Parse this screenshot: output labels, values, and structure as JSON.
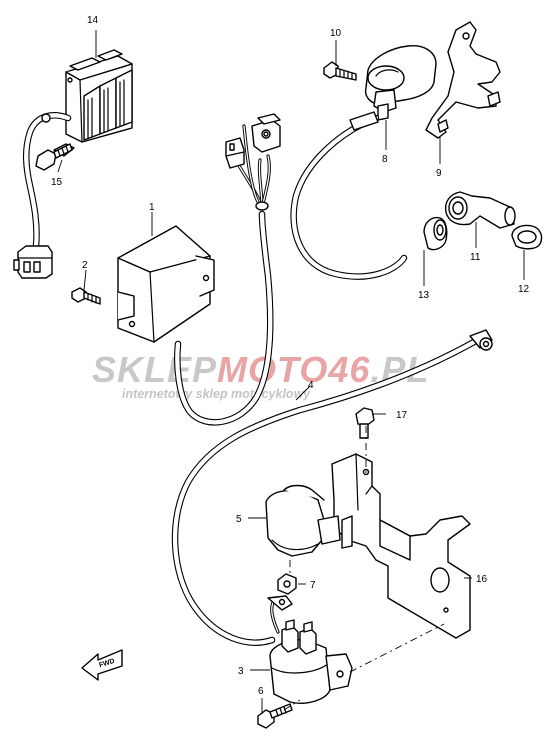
{
  "watermark": {
    "brand_part1": "SKLEP",
    "brand_part2": "MOTO",
    "brand_part3": "46",
    "brand_part4": ".PL",
    "tagline": "internetowy sklep motocyklowy",
    "colors": {
      "grey": "#c8c8c8",
      "red": "#e9a5a5"
    }
  },
  "parts": [
    {
      "number": "1"
    },
    {
      "number": "2"
    },
    {
      "number": "3"
    },
    {
      "number": "4"
    },
    {
      "number": "5"
    },
    {
      "number": "6"
    },
    {
      "number": "7"
    },
    {
      "number": "8"
    },
    {
      "number": "9"
    },
    {
      "number": "10"
    },
    {
      "number": "11"
    },
    {
      "number": "12"
    },
    {
      "number": "13"
    },
    {
      "number": "14"
    },
    {
      "number": "15"
    },
    {
      "number": "16"
    },
    {
      "number": "17"
    }
  ],
  "fwd_label": "FWD"
}
